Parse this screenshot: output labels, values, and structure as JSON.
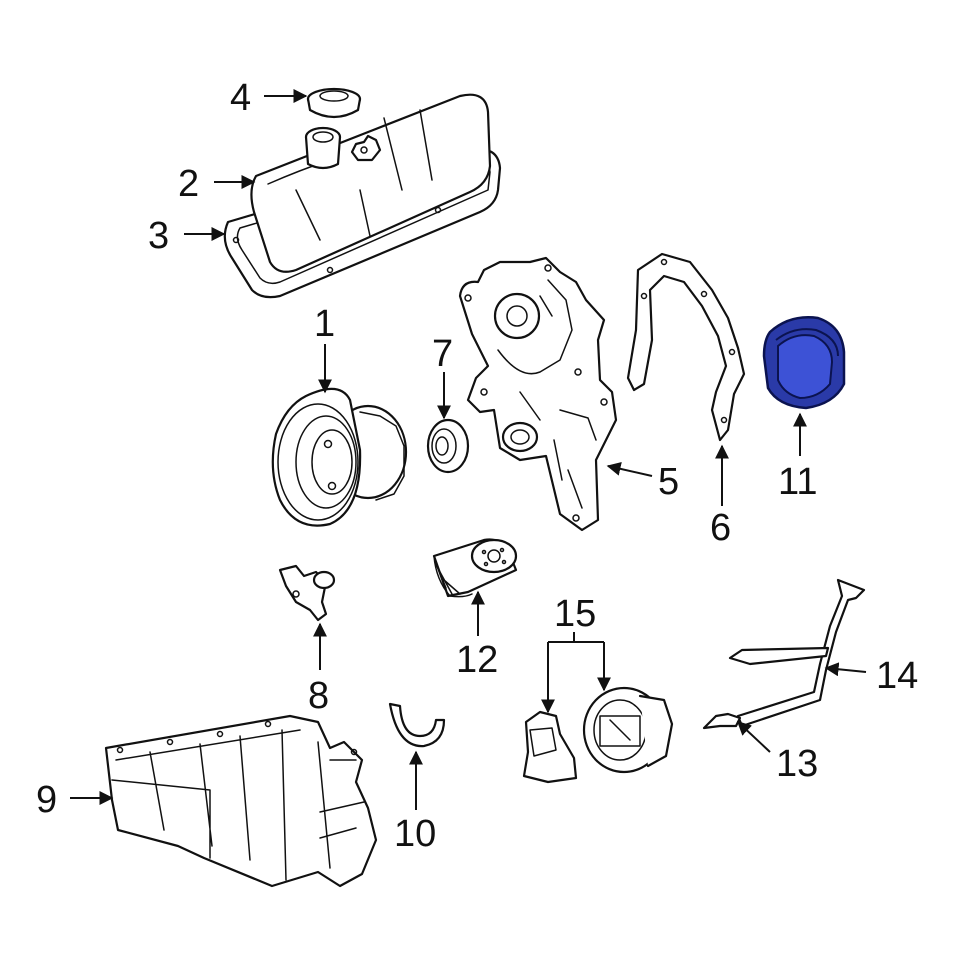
{
  "diagram": {
    "callouts": [
      {
        "id": "1",
        "text": "1"
      },
      {
        "id": "2",
        "text": "2"
      },
      {
        "id": "3",
        "text": "3"
      },
      {
        "id": "4",
        "text": "4"
      },
      {
        "id": "5",
        "text": "5"
      },
      {
        "id": "6",
        "text": "6"
      },
      {
        "id": "7",
        "text": "7"
      },
      {
        "id": "8",
        "text": "8"
      },
      {
        "id": "9",
        "text": "9"
      },
      {
        "id": "10",
        "text": "10"
      },
      {
        "id": "11",
        "text": "11"
      },
      {
        "id": "12",
        "text": "12"
      },
      {
        "id": "13",
        "text": "13"
      },
      {
        "id": "14",
        "text": "14"
      },
      {
        "id": "15",
        "text": "15"
      }
    ],
    "highlighted_part": "11",
    "highlight_color": "#2a3aa8"
  }
}
